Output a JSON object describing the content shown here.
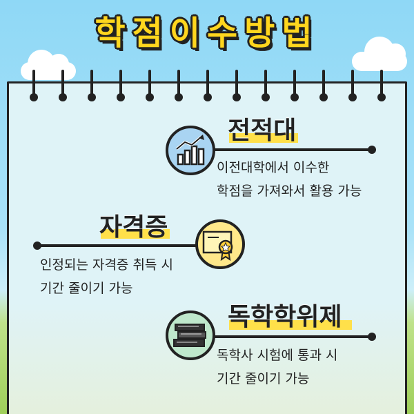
{
  "title": "학점이수방법",
  "items": [
    {
      "heading": "전적대",
      "lines": [
        "이전대학에서 이수한",
        "학점을 가져와서 활용 가능"
      ],
      "icon": "growth-chart-icon",
      "circle_color": "#a9d4f2"
    },
    {
      "heading": "자격증",
      "lines": [
        "인정되는 자격증 취득 시",
        "기간 줄이기 가능"
      ],
      "icon": "certificate-icon",
      "circle_color": "#ffe88a"
    },
    {
      "heading": "독학학위제",
      "lines": [
        "독학사 시험에 통과 시",
        "기간 줄이기 가능"
      ],
      "icon": "book-stack-icon",
      "circle_color": "#bfe8cc"
    }
  ],
  "colors": {
    "title_fill": "#ffd61e",
    "highlight": "#ffe04a",
    "paper": "#dff3f7",
    "outline": "#222222"
  }
}
